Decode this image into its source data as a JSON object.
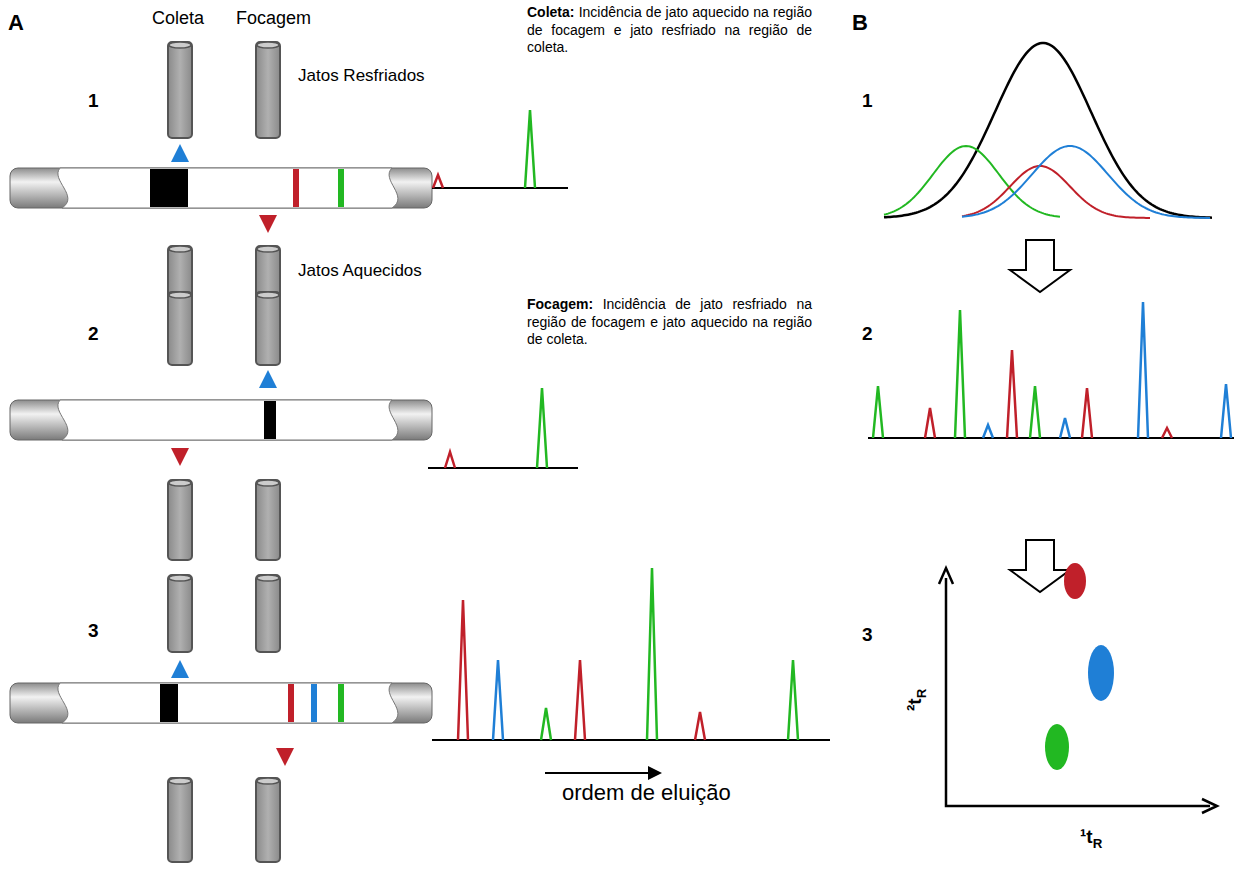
{
  "diagram": {
    "labels": [
      "A",
      "Coleta",
      "Focagem",
      "1",
      "Jatos Resfriados",
      "Coleta: Incidência de jato aquecido na região de focagem e jato resfriado na região de coleta.",
      "Jatos Aquecidos",
      "Focagem: Incidência de jato resfriado na região de focagem e jato aquecido na região de coleta.",
      "2",
      "3",
      "ordem de eluição",
      "B",
      "1",
      "2",
      "3",
      "²tR",
      "¹tR"
    ]
  }
}
